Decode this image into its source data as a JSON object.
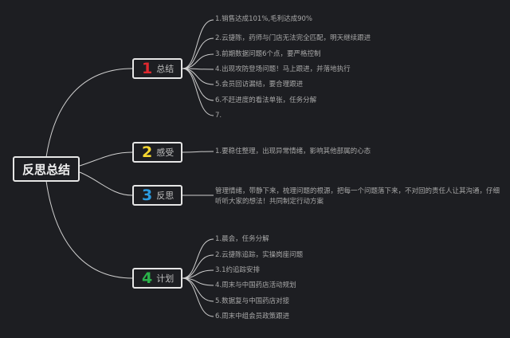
{
  "colors": {
    "background": "#1d1e22",
    "line": "#cfcfcf",
    "num1": "#e0282e",
    "num2": "#f5d630",
    "num3": "#2b9be0",
    "num4": "#2bb34a"
  },
  "root": {
    "label": "反思总结"
  },
  "branches": [
    {
      "num": "1",
      "label": "总结",
      "items": [
        "1.销售达成101%,毛利达成90%",
        "2.云捷陈，药师与门店无法完全匹配，明天继续跟进",
        "3.前期数据问题6个点，要严格控制",
        "4.出现攻防登场问题！马上跟进，并落地执行",
        "5.会员回访漏结，要合理跟进",
        "6.不赶进度的看法单张，任务分解",
        "7."
      ]
    },
    {
      "num": "2",
      "label": "感受",
      "items": [
        "1.要稳住整理，出现异常情绪，影响其他部属的心态"
      ]
    },
    {
      "num": "3",
      "label": "反思",
      "items": [
        "管理情绪，带静下来，梳理问题的根源，把每一个问题落下来，不对回的责任人让其沟通，仔细听听大家的想法！共同制定行动方案"
      ]
    },
    {
      "num": "4",
      "label": "计划",
      "items": [
        "1.晨会，任务分解",
        "2.云捷陈追踪，实操岗座问题",
        "3.1约追踪安排",
        "4.周末与中国药店活动规划",
        "5.数据复与中国药店对接",
        "6.周末中组会员政策跟进"
      ]
    }
  ]
}
